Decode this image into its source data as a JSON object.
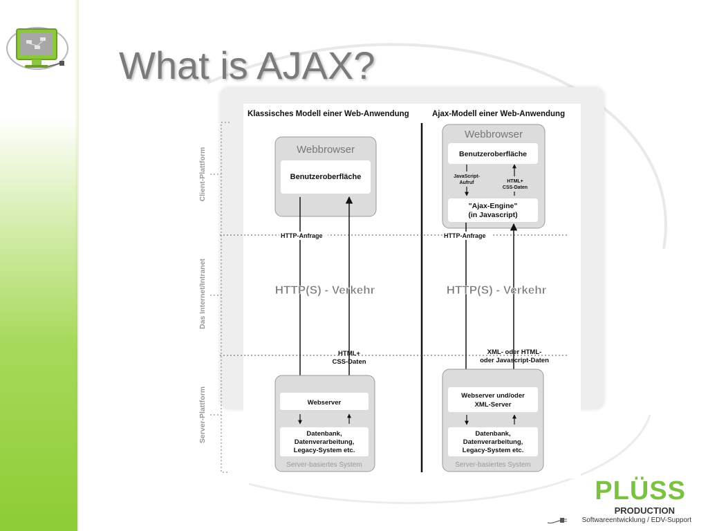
{
  "slide": {
    "title": "What is AJAX?"
  },
  "diagram": {
    "header_left": "Klassisches Modell einer Web-Anwendung",
    "header_right": "Ajax-Modell einer Web-Anwendung",
    "layers": {
      "client": "Client-Plattform",
      "internet": "Das Internet/Intranet",
      "server": "Server-Plattform"
    },
    "classic": {
      "browser_title": "Webbrowser",
      "ui": "Benutzeroberfläche",
      "request": "HTTP-Anfrage",
      "traffic": "HTTP(S) - Verkehr",
      "response_line1": "HTML+",
      "response_line2": "CSS-Daten",
      "webserver": "Webserver",
      "db_line1": "Datenbank,",
      "db_line2": "Datenverarbeitung,",
      "db_line3": "Legacy-System etc.",
      "server_caption": "Server-basiertes System"
    },
    "ajax": {
      "browser_title": "Webbrowser",
      "ui": "Benutzeroberfläche",
      "js_call_line1": "JavaScript-",
      "js_call_line2": "Aufruf",
      "html_css_line1": "HTML+",
      "html_css_line2": "CSS-Daten",
      "engine_line1": "\"Ajax-Engine\"",
      "engine_line2": "(in Javascript)",
      "request": "HTTP-Anfrage",
      "traffic": "HTTP(S) - Verkehr",
      "response_line1": "XML- oder HTML-",
      "response_line2": "oder Javascript-Daten",
      "webserver_line1": "Webserver und/oder",
      "webserver_line2": "XML-Server",
      "db_line1": "Datenbank,",
      "db_line2": "Datenverarbeitung,",
      "db_line3": "Legacy-System etc.",
      "server_caption": "Server-basiertes System"
    }
  },
  "brand": {
    "name": "PLÜSS",
    "subtitle": "PRODUCTION",
    "tagline": "Softwareentwicklung / EDV-Support"
  },
  "colors": {
    "accent_green": "#7cc242",
    "title_gray": "#7a7a7a",
    "panel_gray": "#eeeeee",
    "box_gray": "#dcdcdc"
  },
  "icons": {
    "top_logo": "monitor-logo-icon",
    "plug": "plug-icon"
  }
}
